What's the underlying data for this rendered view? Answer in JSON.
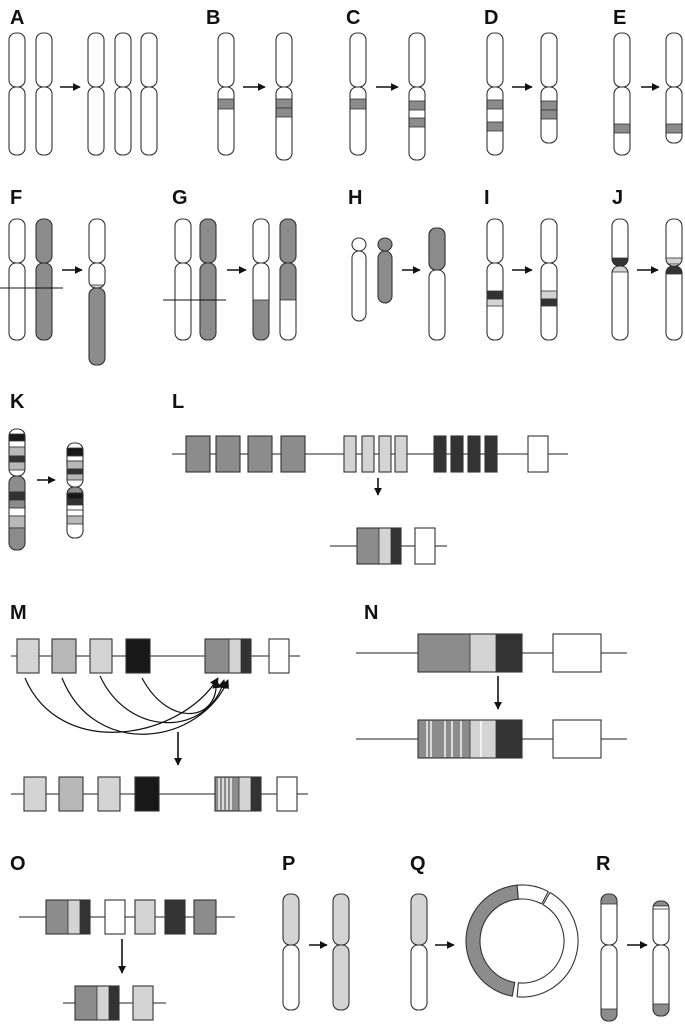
{
  "panel_labels": {
    "A": "A",
    "B": "B",
    "C": "C",
    "D": "D",
    "E": "E",
    "F": "F",
    "G": "G",
    "H": "H",
    "I": "I",
    "J": "J",
    "K": "K",
    "L": "L",
    "M": "M",
    "N": "N",
    "O": "O",
    "P": "P",
    "Q": "Q",
    "R": "R"
  },
  "colors": {
    "outline": "#333333",
    "white": "#ffffff",
    "mid_gray": "#8c8c8c",
    "light_gray": "#d4d4d4",
    "silver": "#b8b8b8",
    "dark": "#333333",
    "black": "#181818"
  }
}
